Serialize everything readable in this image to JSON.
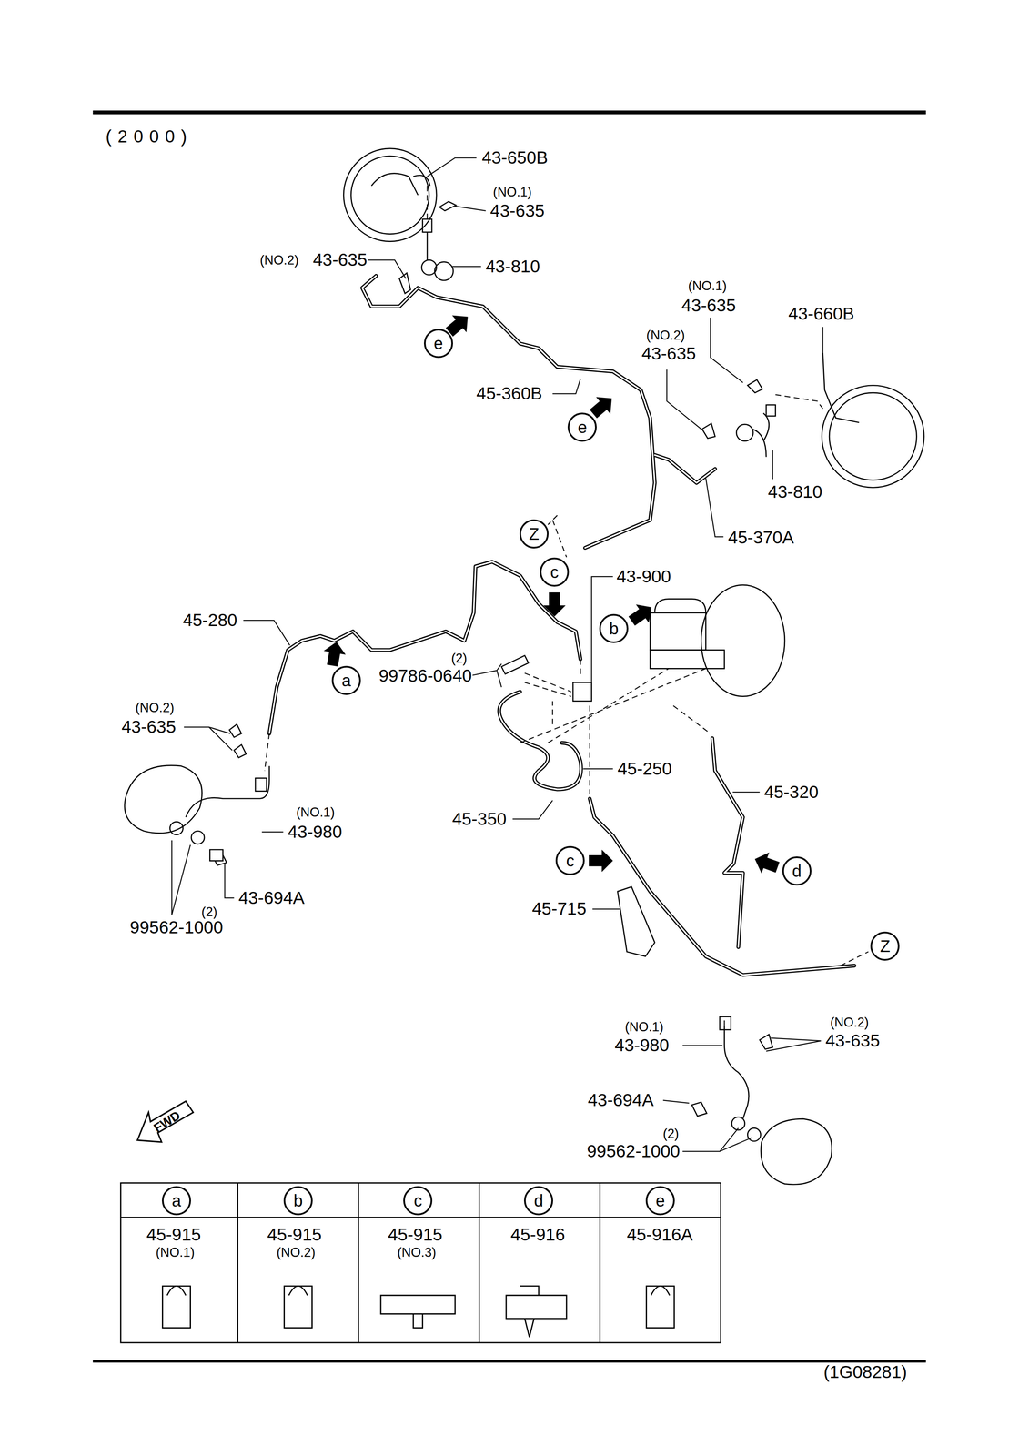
{
  "diagram": {
    "nodes": [
      {
        "text": [
          "e"
        ]
      },
      {
        "text": [
          "e"
        ]
      },
      {
        "text": [
          "Z"
        ]
      },
      {
        "text": [
          "c"
        ]
      },
      {
        "text": [
          "b"
        ]
      },
      {
        "text": [
          "a"
        ]
      },
      {
        "text": [
          "c"
        ]
      },
      {
        "text": [
          "d"
        ]
      },
      {
        "text": [
          "Z"
        ]
      },
      {
        "text": [
          "a"
        ]
      },
      {
        "text": [
          "b"
        ]
      },
      {
        "text": [
          "c"
        ]
      },
      {
        "text": [
          "d"
        ]
      },
      {
        "text": [
          "e"
        ]
      }
    ],
    "labels": [
      "(2000)",
      "43-650B",
      "(NO.1)",
      "43-635",
      "(NO.2)",
      "43-635",
      "43-810",
      "(NO.1)",
      "43-635",
      "43-660B",
      "(NO.2)",
      "43-635",
      "45-360B",
      "43-810",
      "45-370A",
      "43-900",
      "45-280",
      "(2)",
      "99786-0640",
      "45-250",
      "45-320",
      "(NO.2)",
      "43-635",
      "(NO.1)",
      "43-980",
      "45-350",
      "45-715",
      "43-694A",
      "(2)",
      "99562-1000",
      "(NO.1)",
      "43-980",
      "(NO.2)",
      "43-635",
      "43-694A",
      "(2)",
      "99562-1000",
      "FWD",
      "45-915",
      "(NO.1)",
      "45-915",
      "(NO.2)",
      "45-915",
      "(NO.3)",
      "45-916",
      "45-916A",
      "(1G08281)"
    ]
  }
}
